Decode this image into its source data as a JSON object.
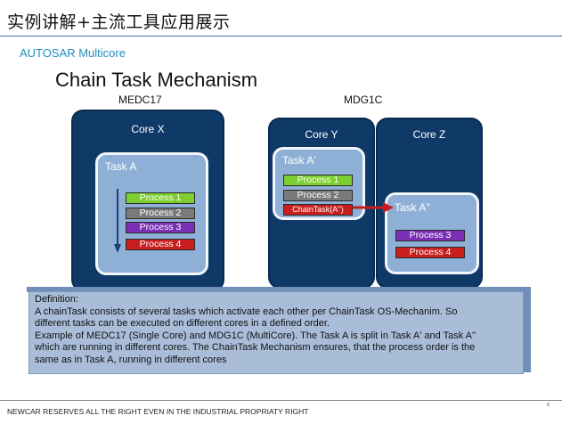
{
  "header": {
    "title": "实例讲解+主流工具应用展示"
  },
  "subtitle": "AUTOSAR Multicore",
  "slide_title": "Chain Task Mechanism",
  "diagram": {
    "medc17": {
      "label": "MEDC17",
      "core_label": "Core X",
      "task_label": "Task A",
      "processes": [
        {
          "label": "Process 1",
          "color": "#7ccf2e"
        },
        {
          "label": "Process 2",
          "color": "#7a7a7a"
        },
        {
          "label": "Process 3",
          "color": "#7a2fb5"
        },
        {
          "label": "Process 4",
          "color": "#c81e1e"
        }
      ]
    },
    "mdg1c": {
      "label": "MDG1C",
      "core_y_label": "Core Y",
      "core_z_label": "Core Z",
      "task_a1_label": "Task A'",
      "task_a1_processes": [
        {
          "label": "Process 1",
          "color": "#7ccf2e"
        },
        {
          "label": "Process 2",
          "color": "#7a7a7a"
        },
        {
          "label": "ChainTask(A'')",
          "color": "#c81e1e"
        }
      ],
      "task_a2_label": "Task A''",
      "task_a2_processes": [
        {
          "label": "Process 3",
          "color": "#7a2fb5"
        },
        {
          "label": "Process 4",
          "color": "#c81e1e"
        }
      ]
    }
  },
  "definition": {
    "title": "Definition:",
    "lines": [
      "A chainTask consists of several tasks which activate each other per ChainTask  OS-Mechanim. So",
      "different tasks can be executed on different cores in a defined order.",
      "Example of MEDC17 (Single Core) and MDG1C (MultiCore). The Task A is split in Task A' and Task A''",
      "which are running in different cores. The ChainTask Mechanism ensures, that the process order is the",
      "same as in Task A, running in different cores"
    ]
  },
  "footer": {
    "text": "NEWCAR RESERVES ALL THE RIGHT EVEN IN THE INDUSTRIAL PROPRIATY RIGHT",
    "page": "6"
  },
  "colors": {
    "core": "#0f3a68",
    "task": "#8fb0d6",
    "definition_bg": "#a9bdd9",
    "subtitle": "#1f8fbf"
  }
}
